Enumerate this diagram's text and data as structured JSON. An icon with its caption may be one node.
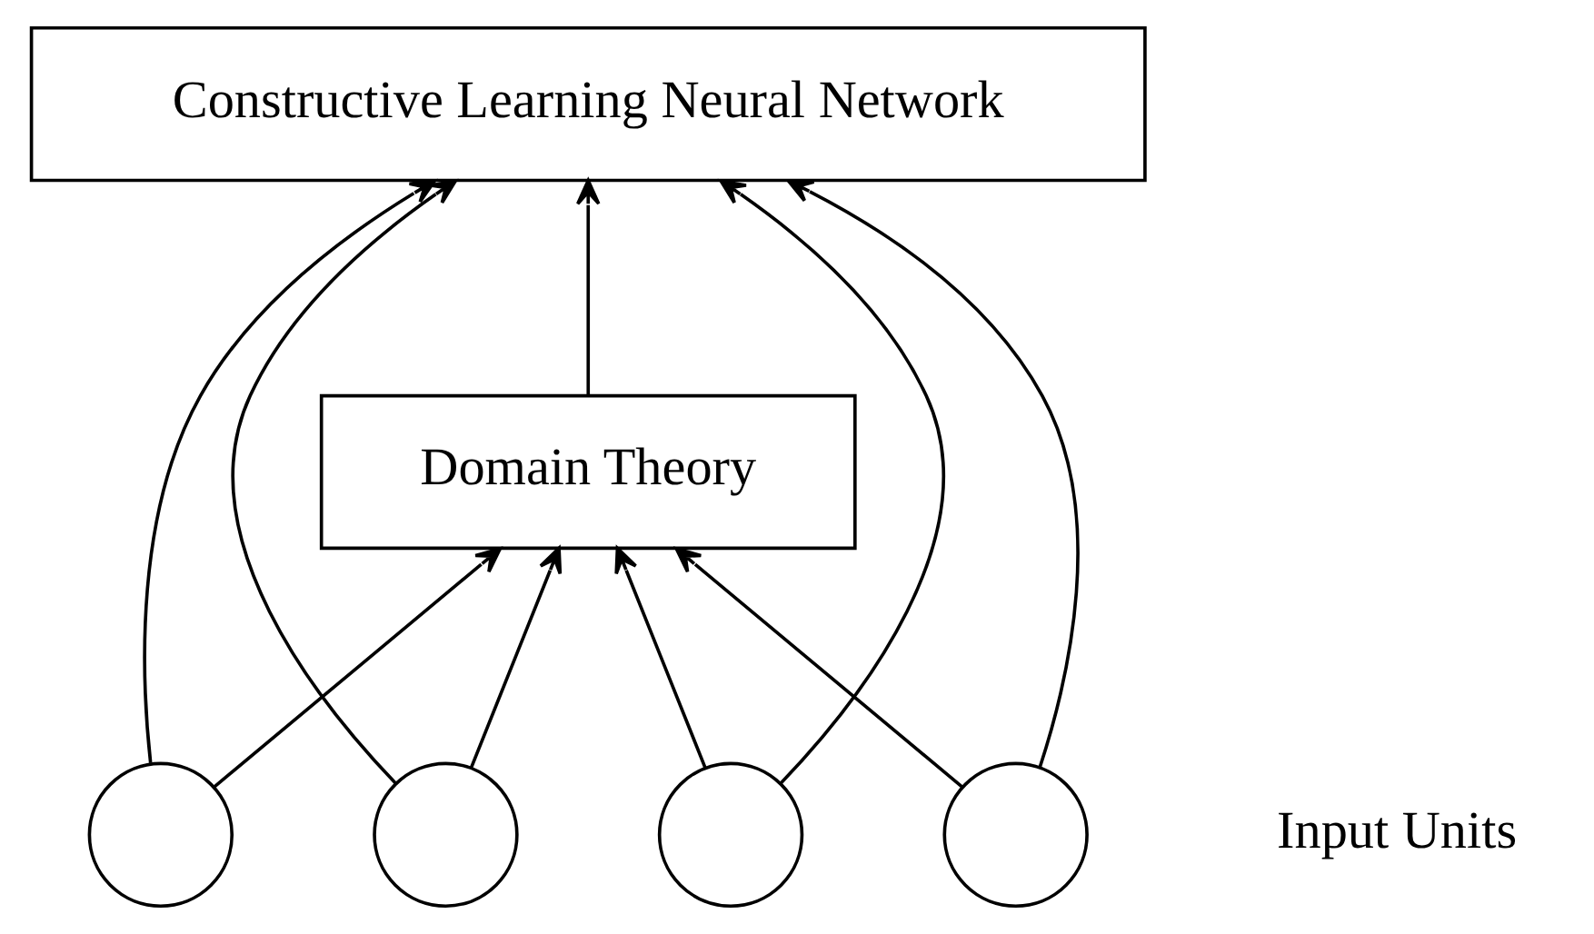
{
  "diagram": {
    "nodes": [
      {
        "text": [
          "Constructive Learning Neural Network"
        ]
      },
      {
        "text": [
          "Domain Theory"
        ]
      },
      {
        "text": [],
        "shape": "circle"
      },
      {
        "text": [],
        "shape": "circle"
      },
      {
        "text": [],
        "shape": "circle"
      },
      {
        "text": [],
        "shape": "circle"
      }
    ],
    "edges": [
      {
        "from": 1,
        "to": 0,
        "arrow": "to"
      },
      {
        "from": 2,
        "to": 1,
        "arrow": "to"
      },
      {
        "from": 2,
        "to": 0,
        "arrow": "to"
      },
      {
        "from": 3,
        "to": 1,
        "arrow": "to"
      },
      {
        "from": 3,
        "to": 0,
        "arrow": "to"
      },
      {
        "from": 4,
        "to": 1,
        "arrow": "to"
      },
      {
        "from": 4,
        "to": 0,
        "arrow": "to"
      },
      {
        "from": 5,
        "to": 1,
        "arrow": "to"
      },
      {
        "from": 5,
        "to": 0,
        "arrow": "to"
      }
    ],
    "labels": [
      "Input Units"
    ]
  }
}
